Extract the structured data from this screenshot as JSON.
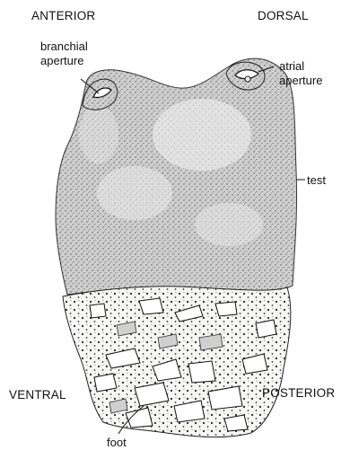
{
  "orientation": {
    "top_left": "ANTERIOR",
    "top_right": "DORSAL",
    "bottom_left": "VENTRAL",
    "bottom_right": "POSTERIOR"
  },
  "labels": {
    "branchial_aperture_line1": "branchial",
    "branchial_aperture_line2": "aperture",
    "atrial_aperture_line1": "atrial",
    "atrial_aperture_line2": "aperture",
    "test": "test",
    "foot": "foot"
  },
  "colors": {
    "ink": "#111111",
    "paper": "#ffffff",
    "stipple_shade": "#b9b9b9",
    "stipple_light": "#e4e4e4",
    "rock": "#f4f4f2"
  }
}
